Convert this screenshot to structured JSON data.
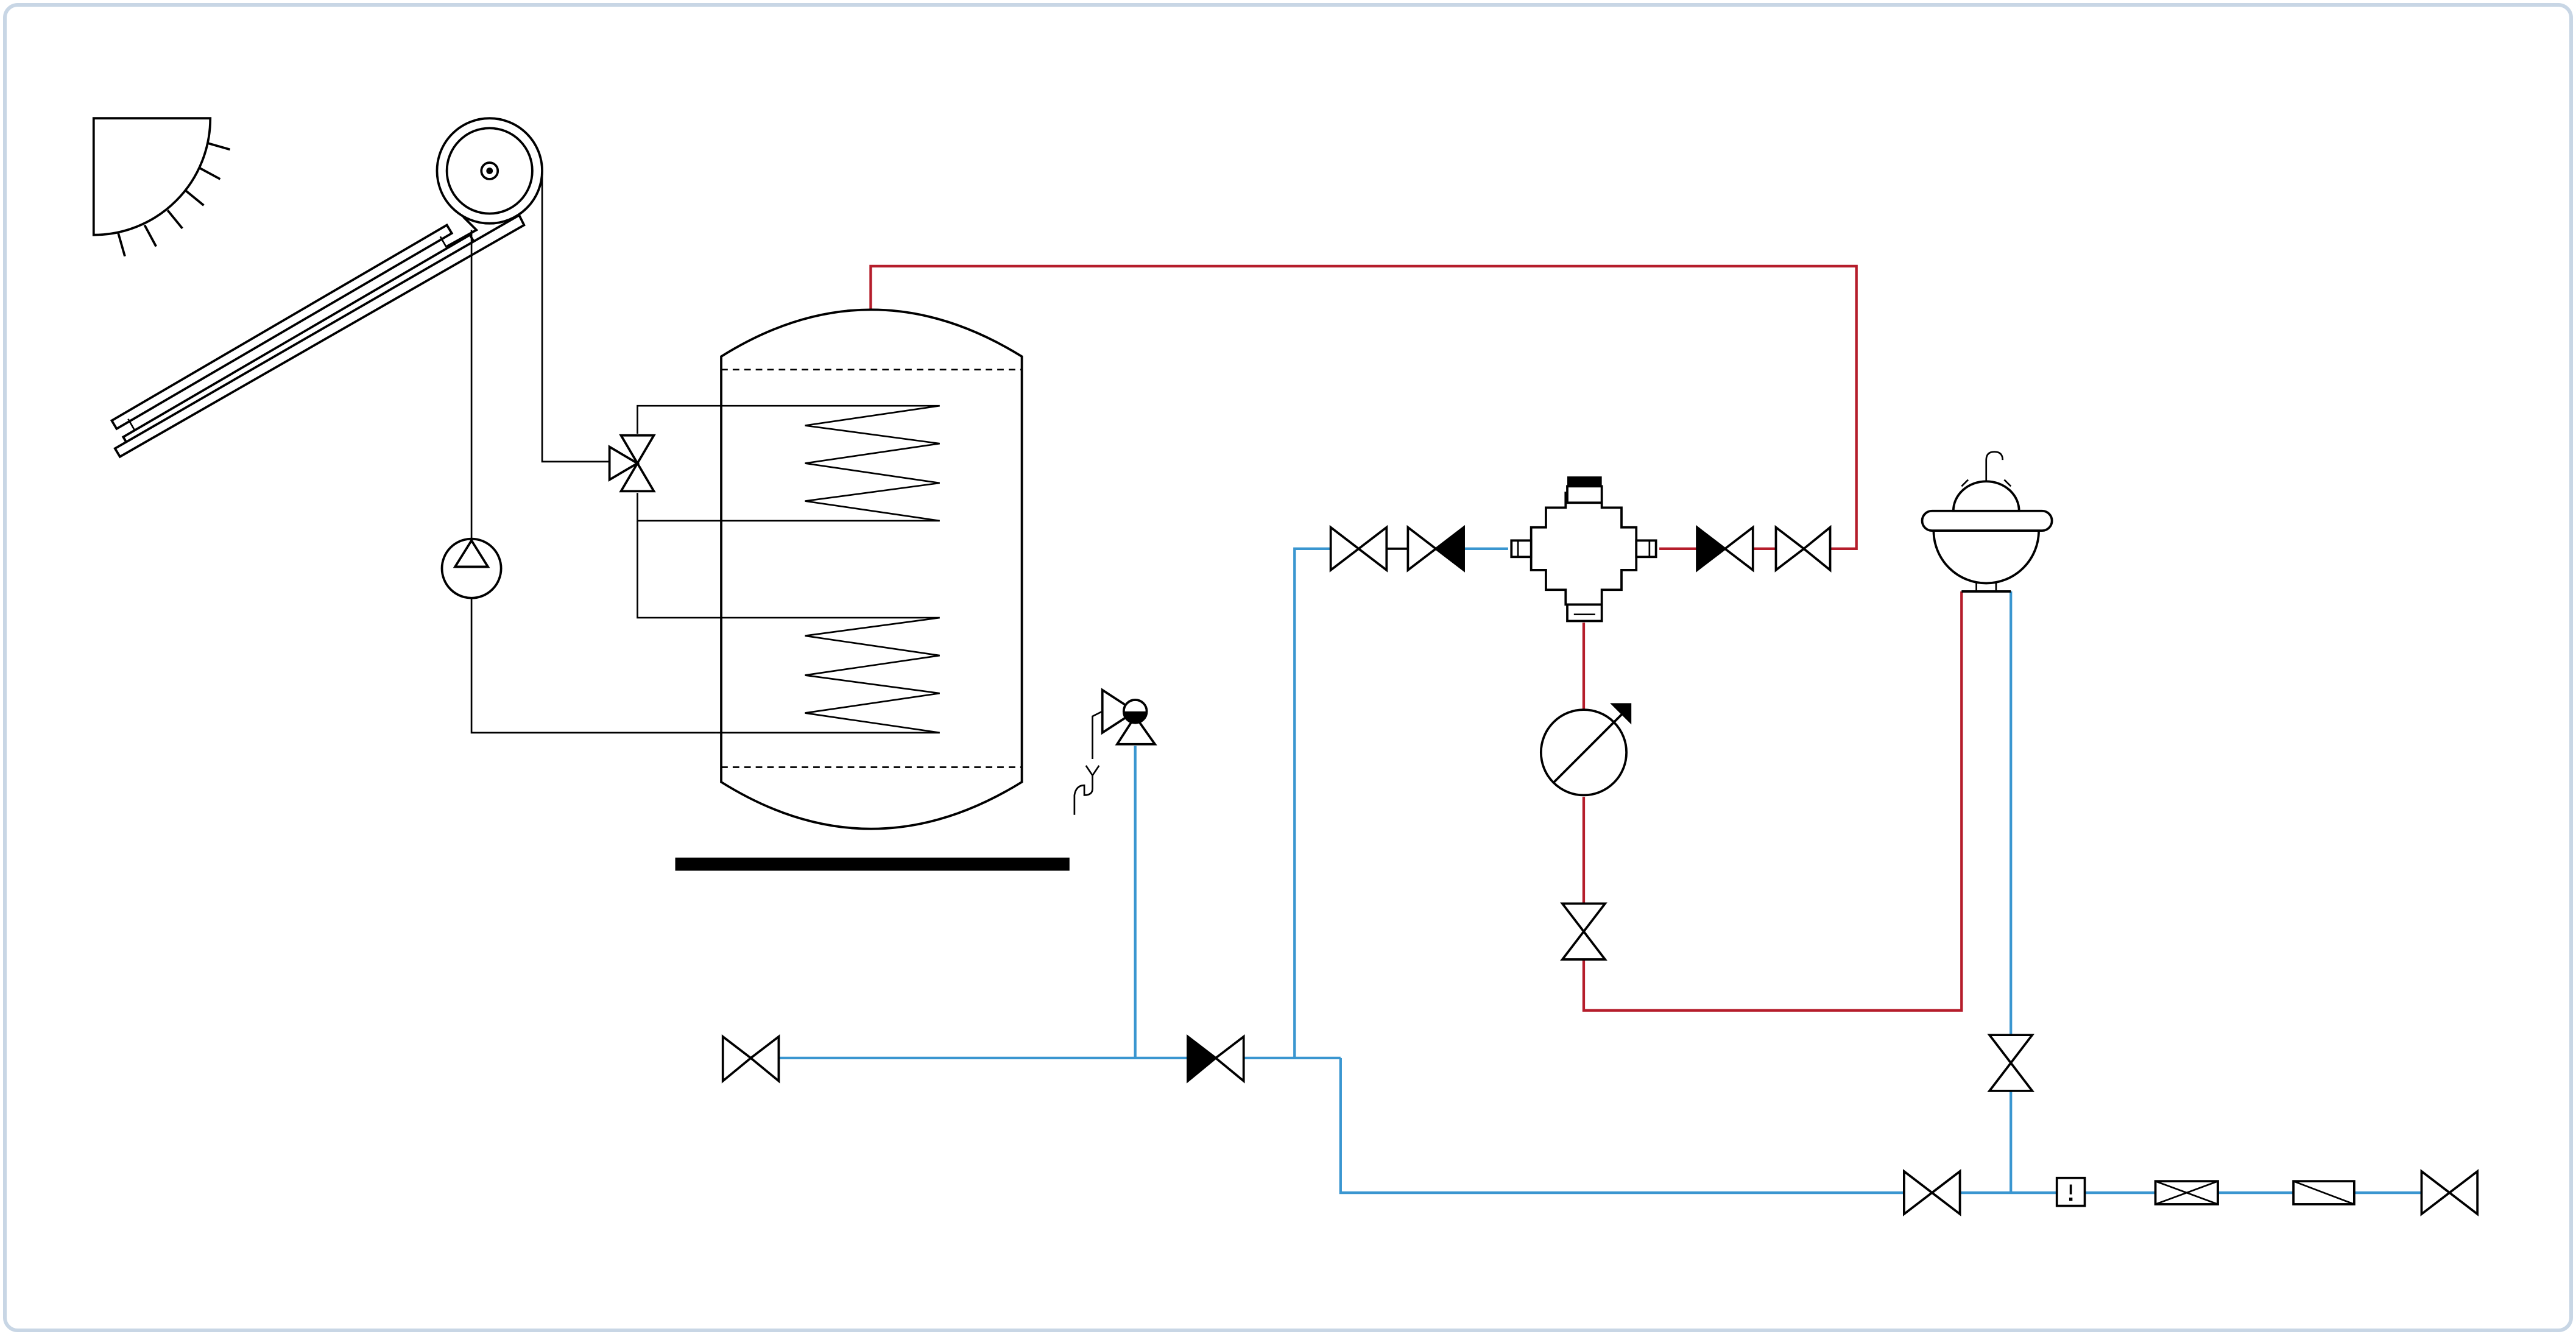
{
  "diagram": {
    "colors": {
      "frame": "#c8d6e5",
      "symbol": "#000000",
      "cold_water": "#3a96d0",
      "hot_water": "#b51d2b",
      "background": "#ffffff"
    },
    "components": [
      "sun-icon",
      "solar-collector",
      "expansion-vessel",
      "circulation-pump",
      "three-way-valve",
      "storage-tank",
      "heat-exchanger-coil-upper",
      "heat-exchanger-coil-lower",
      "safety-valve",
      "thermostatic-mixing-valve",
      "pressure-gauge",
      "washbasin",
      "shut-off-valves",
      "check-valves",
      "water-meter",
      "filter",
      "pressure-reducer"
    ]
  }
}
